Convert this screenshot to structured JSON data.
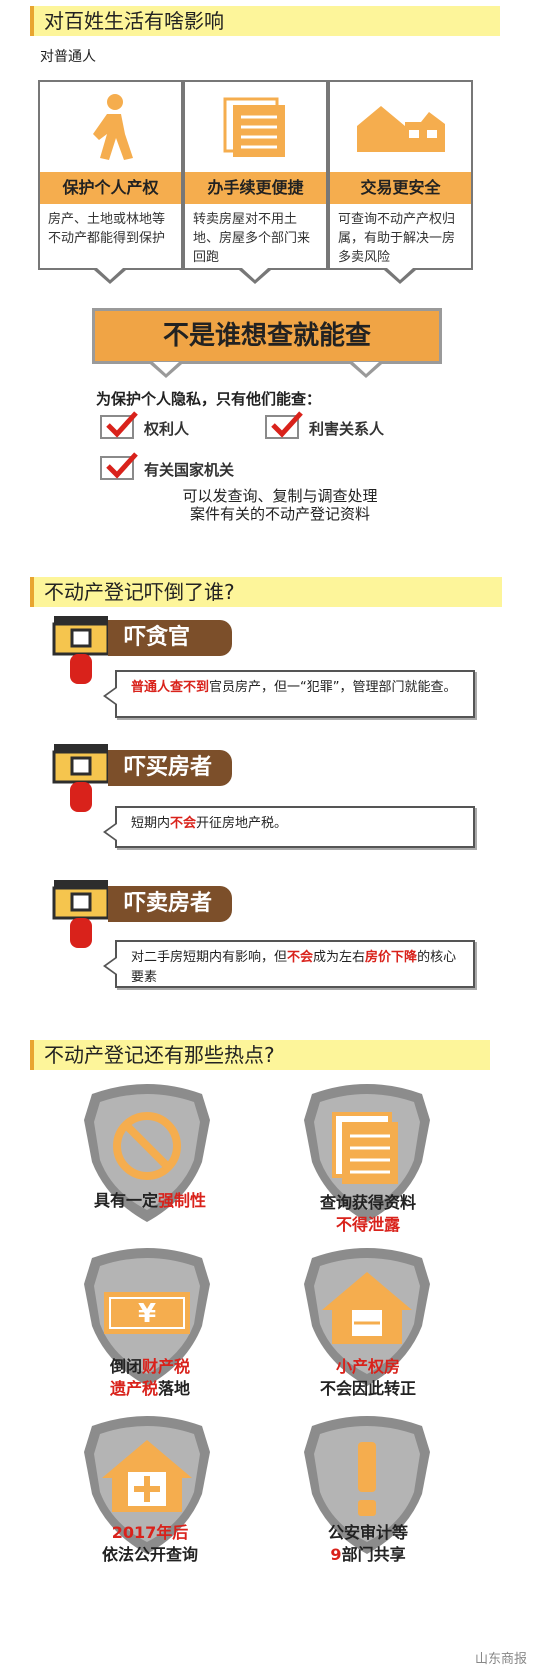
{
  "section1": {
    "header": "对百姓生活有啥影响",
    "subtitle": "对普通人",
    "cards": [
      {
        "title": "保护个人产权",
        "text": "房产、土地或林地等不动产都能得到保护",
        "icon": "walking-person-icon"
      },
      {
        "title": "办手续更便捷",
        "text": "转卖房屋对不用土地、房屋多个部门来回跑",
        "icon": "document-stack-icon"
      },
      {
        "title": "交易更安全",
        "text": "可查询不动产产权归属，有助于解决一房多卖风险",
        "icon": "house-icon"
      }
    ],
    "banner": "不是谁想查就能查",
    "privacy_intro": "为保护个人隐私，只有他们能查：",
    "checks": [
      "权利人",
      "利害关系人",
      "有关国家机关"
    ],
    "note_line1": "可以发查询、复制与调查处理",
    "note_line2": "案件有关的不动产登记资料"
  },
  "section2": {
    "header": "不动产登记吓倒了谁?",
    "items": [
      {
        "tag": "吓贪官",
        "parts": [
          {
            "t": "普通人查不到",
            "red": true
          },
          {
            "t": "官员房产，但一“犯罪”，管理部门就能查。",
            "red": false
          }
        ]
      },
      {
        "tag": "吓买房者",
        "parts": [
          {
            "t": "短期内",
            "red": false
          },
          {
            "t": "不会",
            "red": true
          },
          {
            "t": "开征房地产税。",
            "red": false
          }
        ]
      },
      {
        "tag": "吓卖房者",
        "parts": [
          {
            "t": "对二手房短期内有影响，但",
            "red": false
          },
          {
            "t": "不会",
            "red": true
          },
          {
            "t": "成为左右",
            "red": false
          },
          {
            "t": "房价下降",
            "red": true
          },
          {
            "t": "的核心要素",
            "red": false
          }
        ]
      }
    ]
  },
  "section3": {
    "header": "不动产登记还有那些热点?",
    "items": [
      {
        "icon": "prohibited-icon",
        "line1": [
          {
            "t": "具有一定",
            "red": false
          },
          {
            "t": "强制性",
            "red": true
          }
        ],
        "line2": []
      },
      {
        "icon": "document-icon",
        "line1": [
          {
            "t": "查询获得资料",
            "red": false
          }
        ],
        "line2": [
          {
            "t": "不得泄露",
            "red": true
          }
        ]
      },
      {
        "icon": "yuan-bill-icon",
        "line1": [
          {
            "t": "倒闭",
            "red": false
          },
          {
            "t": "财产税",
            "red": true
          }
        ],
        "line2": [
          {
            "t": "遗产税",
            "red": true
          },
          {
            "t": "落地",
            "red": false
          }
        ]
      },
      {
        "icon": "house-icon",
        "line1": [
          {
            "t": "小产权房",
            "red": true
          }
        ],
        "line2": [
          {
            "t": "不会因此转正",
            "red": false
          }
        ]
      },
      {
        "icon": "house-plus-icon",
        "line1": [
          {
            "t": "2017年后",
            "red": true
          }
        ],
        "line2": [
          {
            "t": "依法公开查询",
            "red": false
          }
        ]
      },
      {
        "icon": "exclamation-icon",
        "line1": [
          {
            "t": "公安审计等",
            "red": false
          }
        ],
        "line2": [
          {
            "t": "9",
            "red": true
          },
          {
            "t": "部门共享",
            "red": false
          }
        ]
      }
    ]
  },
  "watermark": "山东商报",
  "colors": {
    "accent": "#f5ad4e",
    "header_bg": "#fdf59a",
    "tag_brown": "#7c4f2a",
    "red": "#d9221b"
  }
}
